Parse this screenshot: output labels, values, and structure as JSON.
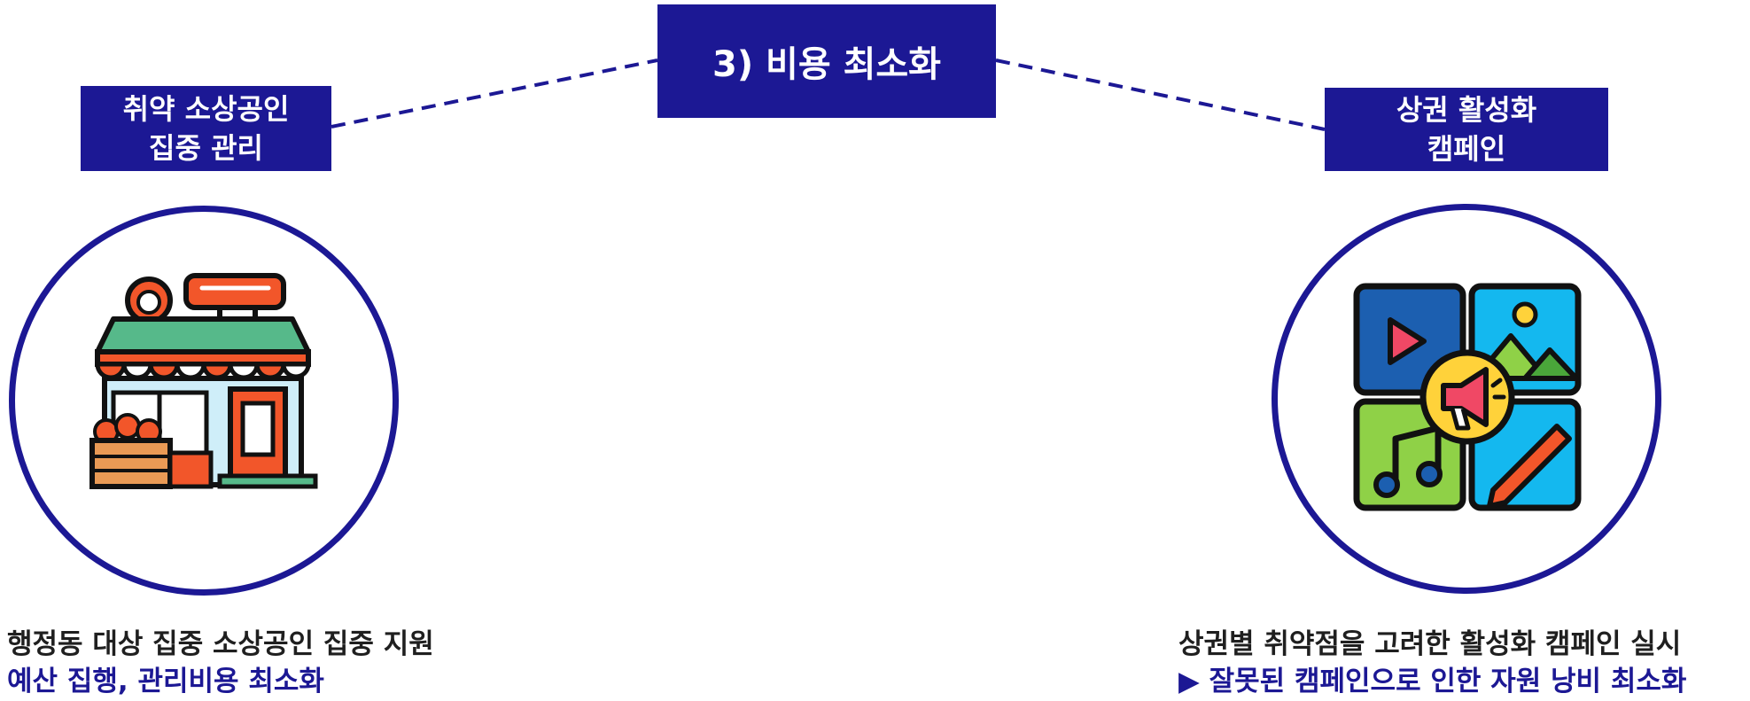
{
  "center_box": {
    "label": "3) 비용 최소화"
  },
  "left_box": {
    "line1": "취약 소상공인",
    "line2": "집중 관리"
  },
  "right_box": {
    "line1": "상권 활성화",
    "line2": "캠페인"
  },
  "left_caption": {
    "line1": "행정동 대상 집중 소상공인 집중 지원",
    "line2": "예산 집행, 관리비용 최소화"
  },
  "right_caption": {
    "line1": "상권별 취약점을 고려한 활성화 캠페인 실시",
    "line2": "▶ 잘못된 캠페인으로 인한 자원 낭비 최소화"
  },
  "icons": {
    "left": "storefront-icon",
    "right": "media-campaign-icon"
  },
  "colors": {
    "primary": "#1c1894",
    "text": "#1f1f1f",
    "background": "#ffffff"
  }
}
